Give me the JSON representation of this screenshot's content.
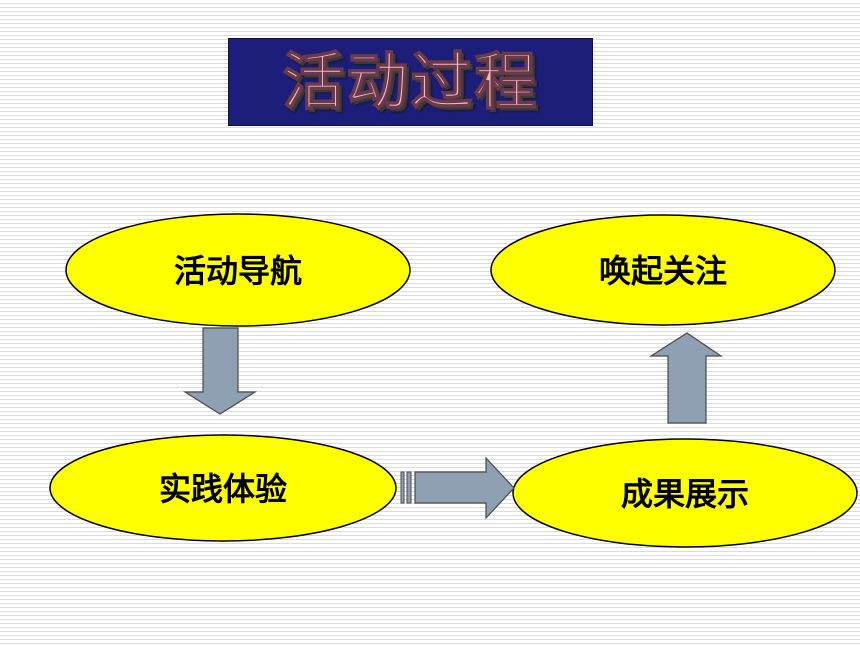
{
  "title": "活动过程",
  "nodes": {
    "navigation": "活动导航",
    "practice": "实践体验",
    "showcase": "成果展示",
    "awareness": "唤起关注"
  },
  "colors": {
    "node_fill": "#ffff00",
    "node_stroke": "#000000",
    "arrow_fill": "#8fa0b3",
    "arrow_stroke": "#4a4a4a",
    "title_bg": "#1c1e7a",
    "title_text": "#f4b9c4"
  }
}
